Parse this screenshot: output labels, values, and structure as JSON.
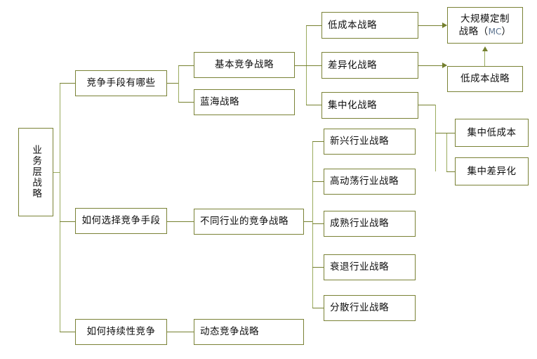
{
  "diagram": {
    "title": "业务层战略",
    "colors": {
      "node_border": "#7a8236",
      "connector": "#8c9a4e",
      "connector_light": "#9aab5e",
      "text": "#0d0d0d",
      "accent_mc": "#5b7390",
      "background": "#ffffff"
    },
    "root": {
      "label": "业务层战略"
    },
    "level2": [
      {
        "label": "竞争手段有哪些"
      },
      {
        "label": "如何选择竞争手段"
      },
      {
        "label": "如何持续性竞争"
      }
    ],
    "level3": [
      {
        "label": "基本竞争战略"
      },
      {
        "label": "蓝海战略"
      },
      {
        "label": "不同行业的竞争战略"
      },
      {
        "label": "动态竞争战略"
      }
    ],
    "level4_basic": [
      {
        "label": "低成本战略"
      },
      {
        "label": "差异化战略"
      },
      {
        "label": "集中化战略"
      }
    ],
    "level4_industry": [
      {
        "label": "新兴行业战略"
      },
      {
        "label": "高动荡行业战略"
      },
      {
        "label": "成熟行业战略"
      },
      {
        "label": "衰退行业战略"
      },
      {
        "label": "分散行业战略"
      }
    ],
    "level5_mc": [
      {
        "label_line1": "大规模定制",
        "label_line2_pre": "战略（",
        "label_mc": "MC",
        "label_line2_post": "）"
      },
      {
        "label": "低成本战略"
      }
    ],
    "level5_focus": [
      {
        "label": "集中低成本"
      },
      {
        "label": "集中差异化"
      }
    ]
  }
}
